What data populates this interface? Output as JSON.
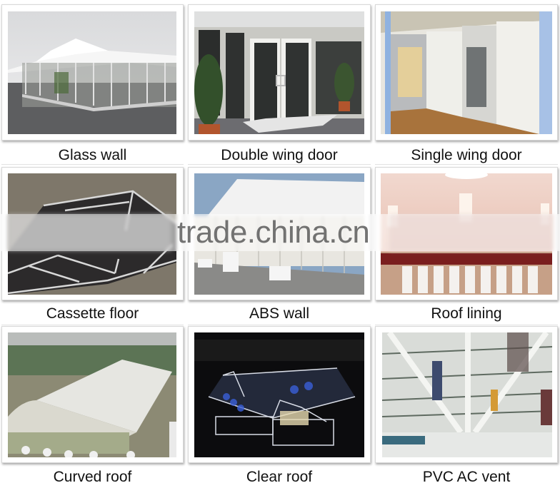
{
  "grid": {
    "columns": 3,
    "rows": 3,
    "items": [
      {
        "label": "Glass wall",
        "image": "glass-wall-tent-photo"
      },
      {
        "label": "Double wing door",
        "image": "double-wing-door-photo"
      },
      {
        "label": "Single wing door",
        "image": "single-wing-door-photo"
      },
      {
        "label": "Cassette floor",
        "image": "cassette-floor-photo"
      },
      {
        "label": "ABS wall",
        "image": "abs-wall-photo"
      },
      {
        "label": "Roof lining",
        "image": "roof-lining-photo"
      },
      {
        "label": "Curved roof",
        "image": "curved-roof-photo"
      },
      {
        "label": "Clear roof",
        "image": "clear-roof-photo"
      },
      {
        "label": "PVC AC vent",
        "image": "pvc-ac-vent-photo"
      }
    ]
  },
  "watermark": {
    "text": "trade.china.cn"
  },
  "colors": {
    "background": "#ffffff",
    "label_text": "#111111",
    "card_border": "#d8d8d8",
    "watermark_text": "#5a5a5a"
  }
}
